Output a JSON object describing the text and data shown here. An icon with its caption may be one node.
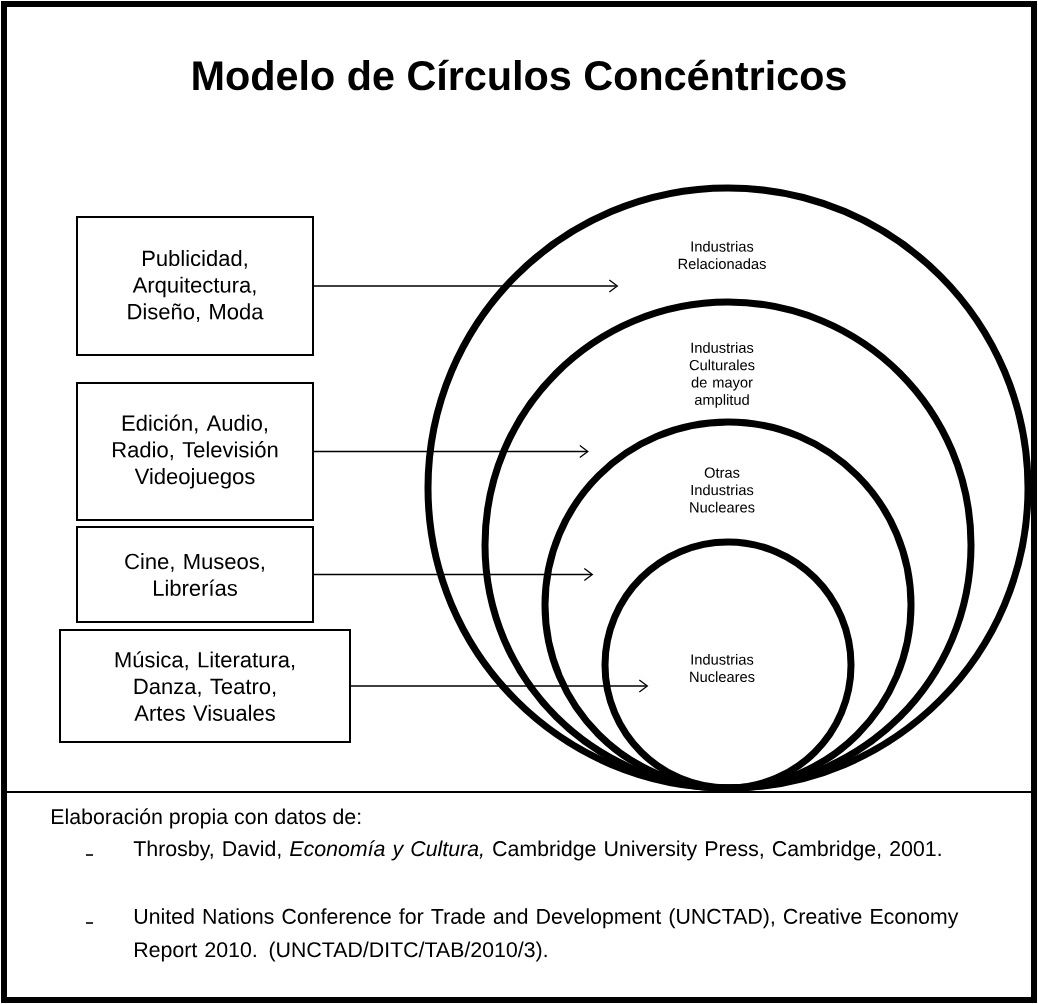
{
  "diagram": {
    "title": "Modelo de Círculos Concéntricos",
    "nodes": [
      {
        "text": [
          "Publicidad, Arquitectura, Diseño, Moda"
        ]
      },
      {
        "text": [
          "Edición, Audio, Radio, Televisión Videojuegos"
        ]
      },
      {
        "text": [
          "Cine, Museos, Librerías"
        ]
      },
      {
        "text": [
          "Música, Literatura, Danza, Teatro, Artes Visuales"
        ]
      },
      {
        "text": [
          "Industrias Relacionadas"
        ]
      },
      {
        "text": [
          "Industrias Culturales de mayor amplitud"
        ],
        "in": 4
      },
      {
        "text": [
          "Otras Industrias Nucleares"
        ],
        "in": 5
      },
      {
        "text": [
          "Industrias Nucleares"
        ],
        "in": 6
      }
    ],
    "edges": [
      {
        "from": 0,
        "to": 4,
        "arrow": "to"
      },
      {
        "from": 1,
        "to": 5,
        "arrow": "to"
      },
      {
        "from": 2,
        "to": 6,
        "arrow": "to"
      },
      {
        "from": 3,
        "to": 7,
        "arrow": "to"
      }
    ],
    "labels": [
      "Elaboración propia con datos de:",
      "Throsby, David, *Economía y Cultura,* Cambridge University Press, Cambridge, 2001.",
      "United Nations Conference for Trade and Development (UNCTAD), Creative Economy Report 2010. (UNCTAD/DITC/TAB/2010/3)."
    ]
  }
}
